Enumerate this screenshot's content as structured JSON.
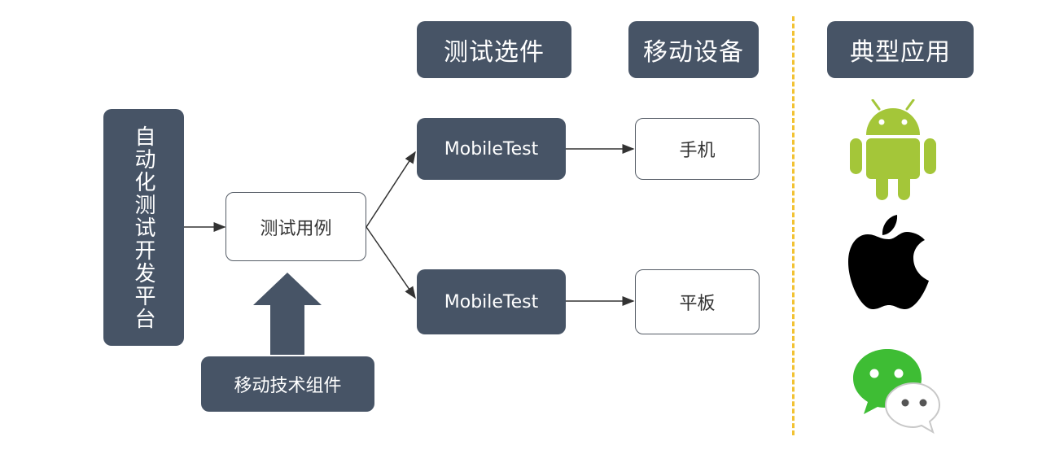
{
  "headers": {
    "test_options": "测试选件",
    "mobile_devices": "移动设备",
    "typical_apps": "典型应用"
  },
  "nodes": {
    "platform": "自动化测试开发平台",
    "test_cases": "测试用例",
    "mobile_tech": "移动技术组件",
    "mobiletest_top": "MobileTest",
    "mobiletest_bottom": "MobileTest",
    "phone": "手机",
    "tablet": "平板"
  },
  "icons": {
    "android": "android-icon",
    "apple": "apple-icon",
    "wechat": "wechat-icon"
  },
  "colors": {
    "dark_box": "#475466",
    "divider": "#f2c233",
    "android": "#a4c639",
    "wechat": "#3ebd34"
  }
}
